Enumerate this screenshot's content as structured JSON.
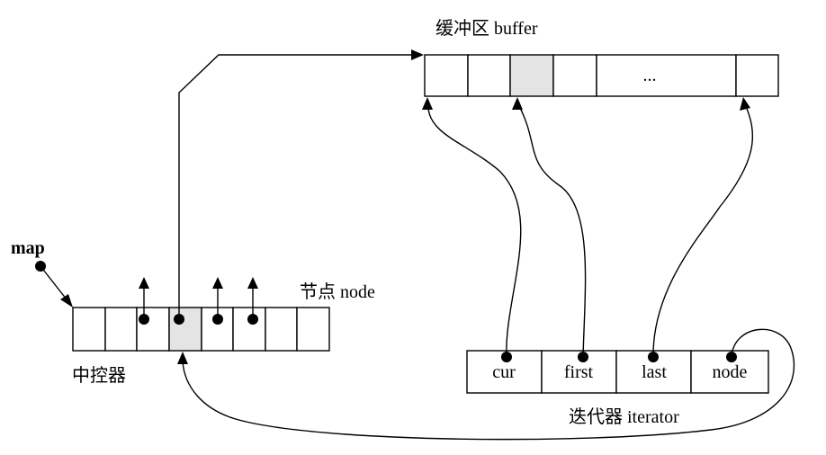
{
  "labels": {
    "buffer": "缓冲区 buffer",
    "node": "节点 node",
    "map": "map",
    "controller": "中控器",
    "iterator": "迭代器 iterator"
  },
  "buffer_cells": [
    "",
    "",
    "",
    "",
    "...",
    ""
  ],
  "iterator_fields": [
    "cur",
    "first",
    "last",
    "node"
  ]
}
